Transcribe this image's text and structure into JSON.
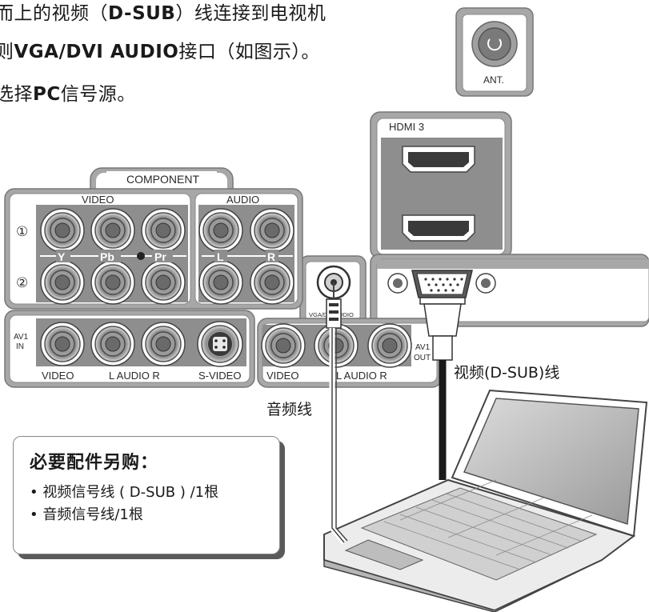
{
  "instructions": {
    "line1_prefix": "而上的视频（",
    "line1_bold": "D-SUB",
    "line1_suffix": "）线连接到电视机",
    "line2_prefix": "则",
    "line2_bold": "VGA/DVI AUDIO",
    "line2_suffix": "接口（如图示）。",
    "line3_prefix": "选择",
    "line3_bold": "PC",
    "line3_suffix": "信号源。"
  },
  "antenna": {
    "label": "ANT."
  },
  "hdmi": {
    "label": "HDMI 3"
  },
  "component": {
    "title": "COMPONENT",
    "video_label": "VIDEO",
    "audio_label": "AUDIO",
    "row1_marker": "①",
    "row2_marker": "②",
    "y_label": "Y",
    "pb_label": "Pb",
    "pr_label": "Pr",
    "l_label": "L",
    "r_label": "R"
  },
  "vga_audio_port": {
    "label": "VGA/DVI AUDIO"
  },
  "av1_in": {
    "title_line1": "AV1",
    "title_line2": "IN",
    "video_label": "VIDEO",
    "audio_label": "L  AUDIO R",
    "svideo_label": "S-VIDEO"
  },
  "av_out": {
    "title_line1": "AV1",
    "title_line2": "OUT",
    "video_label": "VIDEO",
    "audio_label": "L  AUDIO  R"
  },
  "cable_labels": {
    "video_cable": "视频(D-SUB)线",
    "audio_cable": "音频线"
  },
  "callout": {
    "title": "必要配件另购：",
    "items": [
      "• 视频信号线 ( D-SUB ) /1根",
      "• 音频信号线/1根"
    ]
  },
  "icons": [
    "antenna-icon",
    "hdmi-port-icon",
    "rca-jack-icon",
    "svideo-icon",
    "vga-connector-icon",
    "audio-plug-icon",
    "laptop-icon"
  ]
}
